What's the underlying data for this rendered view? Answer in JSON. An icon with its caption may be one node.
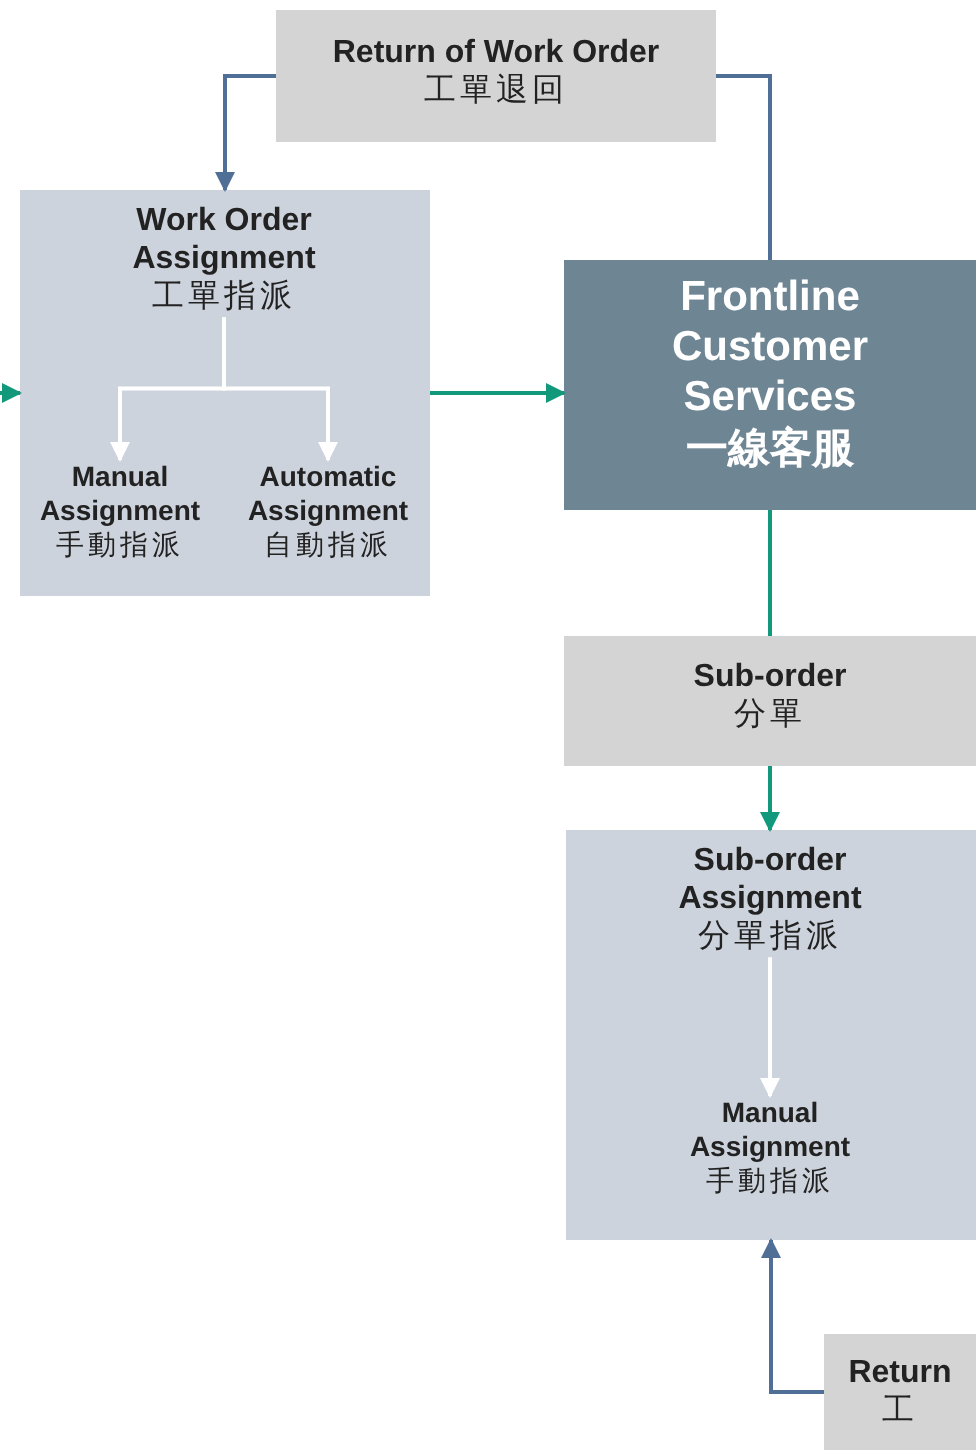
{
  "diagram": {
    "nodes": [
      {
        "text": [
          "Return of Work Order",
          "工單退回"
        ]
      },
      {
        "text": [],
        "shape": "box"
      },
      {
        "text": [
          "Work Order Assignment",
          "工單指派"
        ],
        "in": 1
      },
      {
        "text": [
          "Manual Assignment",
          "手動指派"
        ],
        "in": 1
      },
      {
        "text": [
          "Automatic Assignment",
          "自動指派"
        ],
        "in": 1
      },
      {
        "text": [
          "Frontline Customer Services",
          "一線客服"
        ]
      },
      {
        "text": [
          "Sub-order",
          "分單"
        ]
      },
      {
        "text": [],
        "shape": "box"
      },
      {
        "text": [
          "Sub-order Assignment",
          "分單指派"
        ],
        "in": 7
      },
      {
        "text": [
          "Manual Assignment",
          "手動指派"
        ],
        "in": 7
      },
      {
        "text": [
          "Return",
          "工"
        ]
      }
    ],
    "edges": [
      {
        "from": null,
        "to": 1,
        "arrow": "to"
      },
      {
        "from": 1,
        "to": 5,
        "arrow": "to"
      },
      {
        "from": 5,
        "to": 0,
        "arrow": "none",
        "color": "#4f6f96"
      },
      {
        "from": 0,
        "to": 1,
        "arrow": "to",
        "color": "#4f6f96"
      },
      {
        "from": 2,
        "to": 3,
        "arrow": "to",
        "color": "#ffffff"
      },
      {
        "from": 2,
        "to": 4,
        "arrow": "to",
        "color": "#ffffff"
      },
      {
        "from": 5,
        "to": 6,
        "arrow": "none"
      },
      {
        "from": 6,
        "to": 7,
        "arrow": "to"
      },
      {
        "from": 8,
        "to": 9,
        "arrow": "to",
        "color": "#ffffff"
      },
      {
        "from": 10,
        "to": 7,
        "arrow": "to",
        "color": "#4f6f96"
      }
    ]
  }
}
